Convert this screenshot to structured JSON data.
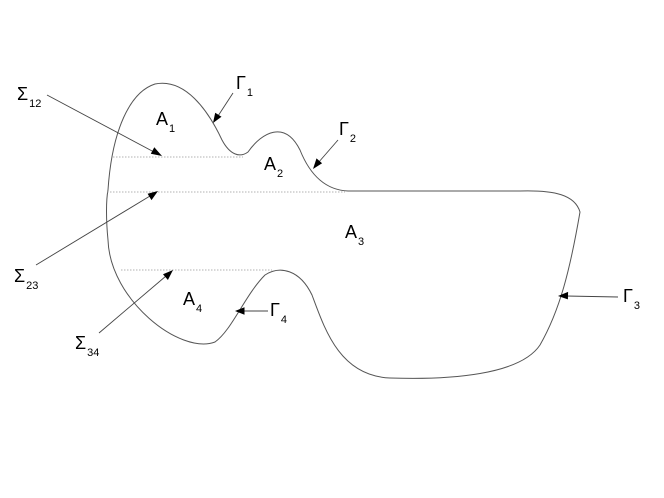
{
  "diagram": {
    "regions": [
      {
        "symbol": "A",
        "sub": "1"
      },
      {
        "symbol": "A",
        "sub": "2"
      },
      {
        "symbol": "A",
        "sub": "3"
      },
      {
        "symbol": "A",
        "sub": "4"
      }
    ],
    "boundaries": [
      {
        "symbol": "Γ",
        "sub": "1"
      },
      {
        "symbol": "Γ",
        "sub": "2"
      },
      {
        "symbol": "Γ",
        "sub": "3"
      },
      {
        "symbol": "Γ",
        "sub": "4"
      }
    ],
    "interfaces": [
      {
        "symbol": "Σ",
        "sub": "12"
      },
      {
        "symbol": "Σ",
        "sub": "23"
      },
      {
        "symbol": "Σ",
        "sub": "34"
      }
    ]
  }
}
